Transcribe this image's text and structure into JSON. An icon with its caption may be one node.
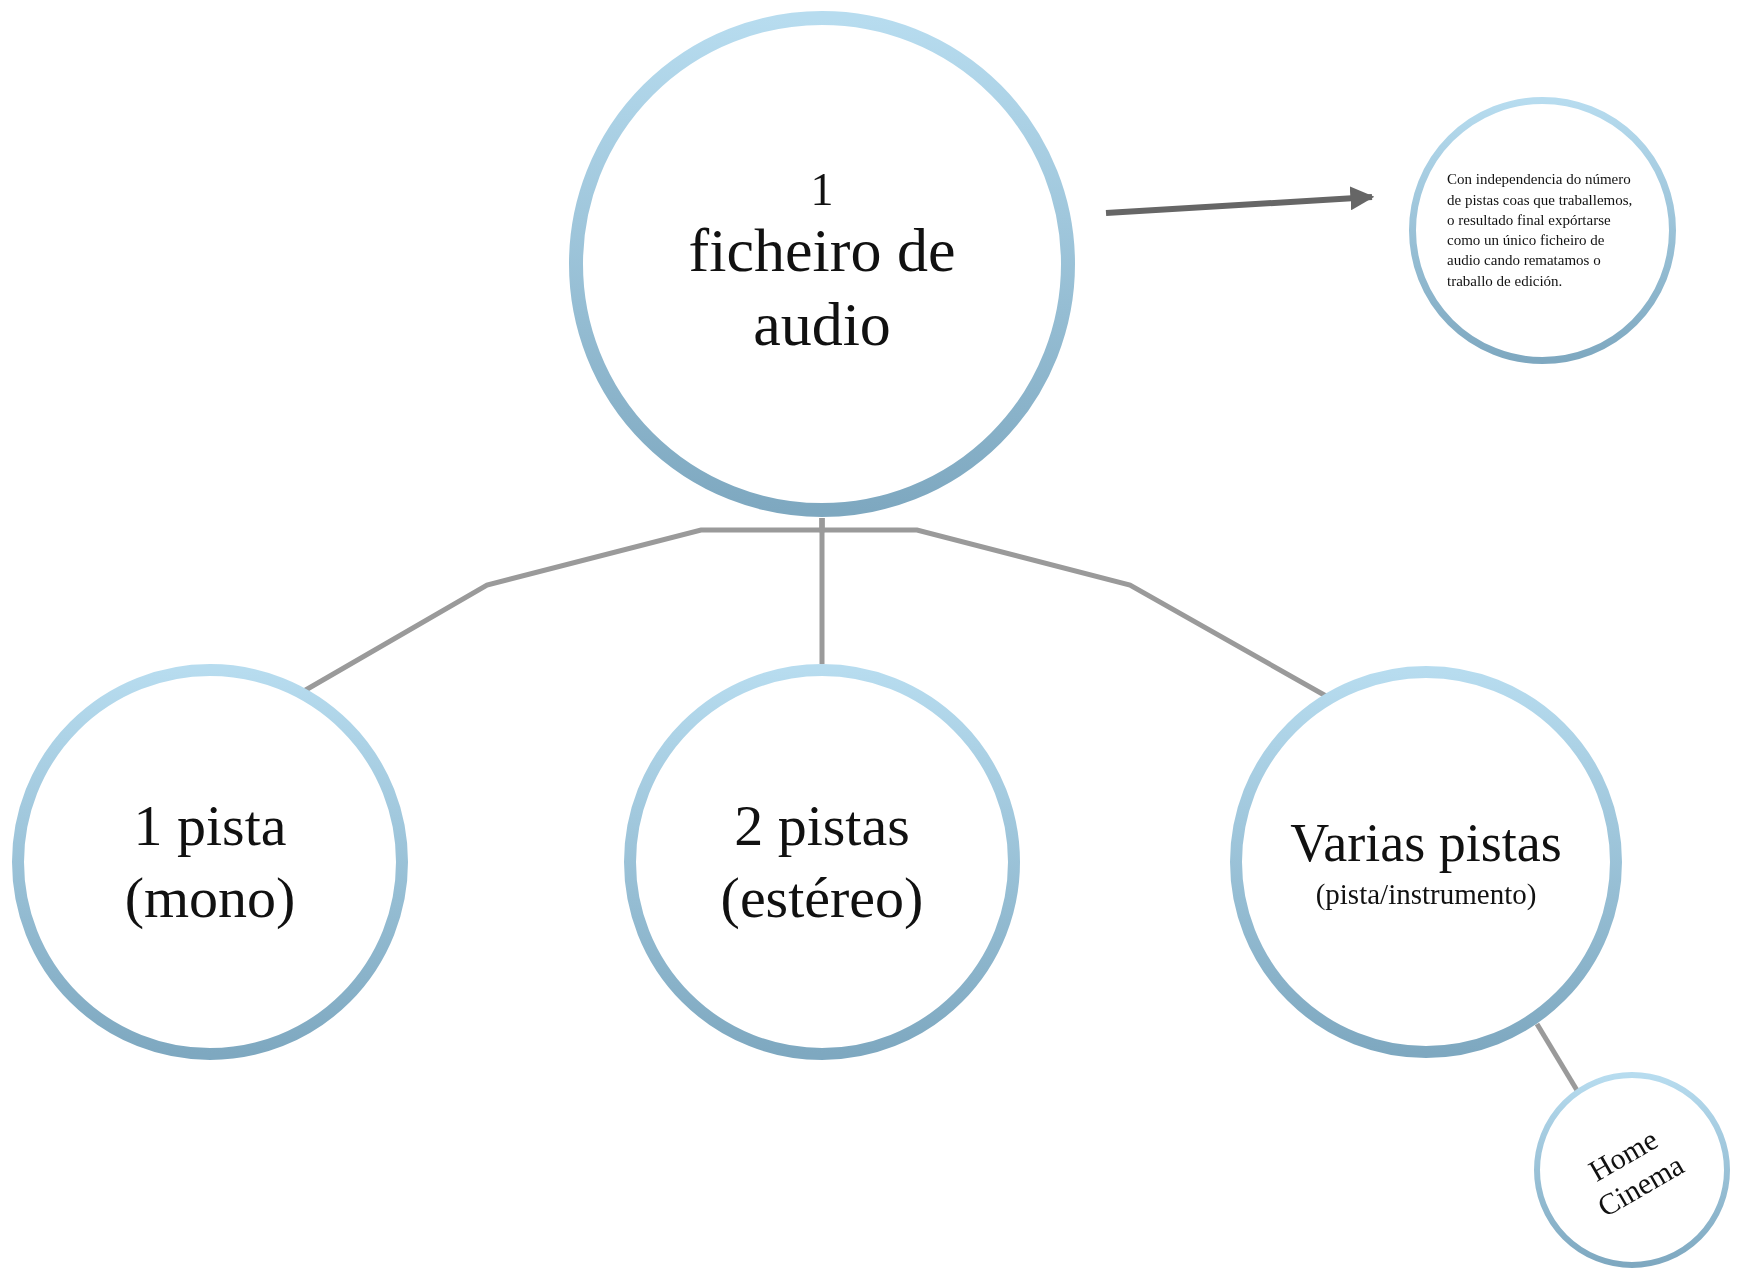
{
  "diagram": {
    "nodes": [
      {
        "text": [
          "1",
          "ficheiro de audio"
        ]
      },
      {
        "text": [
          "Con independencia do número de pistas coas que traballemos, o resultado final expórtarse como un único ficheiro de audio cando rematamos o traballo de edición."
        ]
      },
      {
        "text": [
          "1 pista (mono)"
        ]
      },
      {
        "text": [
          "2 pistas (estéreo)"
        ]
      },
      {
        "text": [
          "Varias pistas",
          "(pista/instrumento)"
        ]
      },
      {
        "text": [
          "Home Cinema"
        ]
      }
    ],
    "edges": [
      {
        "from": 0,
        "to": 1,
        "arrow": "to",
        "color": "#666666"
      },
      {
        "from": 0,
        "to": 2,
        "arrow": "none"
      },
      {
        "from": 0,
        "to": 3,
        "arrow": "none"
      },
      {
        "from": 0,
        "to": 4,
        "arrow": "none"
      },
      {
        "from": 4,
        "to": 5,
        "arrow": "none"
      }
    ]
  }
}
